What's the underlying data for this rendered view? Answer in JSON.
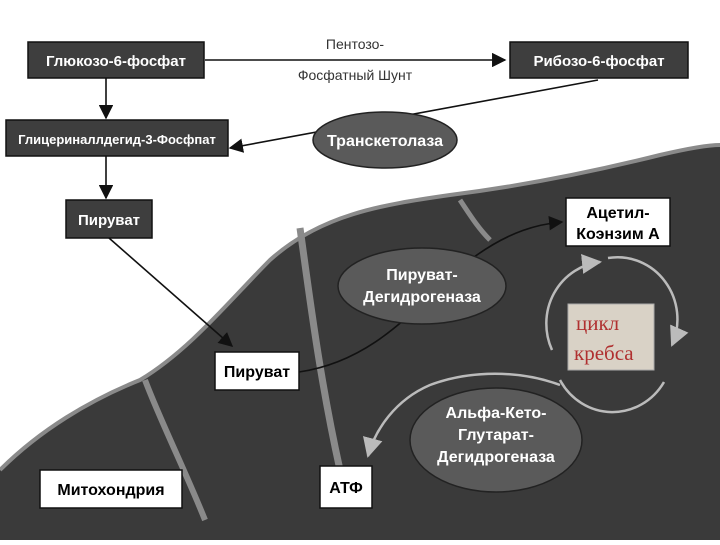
{
  "boxes": {
    "g6p": "Глюкозо-6-фосфат",
    "r6p": "Рибозо-6-фосфат",
    "g3p": "Глицериналлдегид-3-Фосфпат",
    "pyruvate_top": "Пируват",
    "pyruvate_mito": "Пируват",
    "acetyl_line1": "Ацетил-",
    "acetyl_line2": "Коэнзим А",
    "atp": "АТФ",
    "mitochondria": "Митохондрия"
  },
  "shunt": {
    "line1": "Пентозо-",
    "line2": "Фосфатный Шунт"
  },
  "enzymes": {
    "transketolase": "Транскетолаза",
    "pdh_line1": "Пируват-",
    "pdh_line2": "Дегидрогеназа",
    "akg_line1": "Альфа-Кето-",
    "akg_line2": "Глутарат-",
    "akg_line3": "Дегидрогеназа"
  },
  "krebs": {
    "line1": "цикл",
    "line2": "кребса"
  },
  "colors": {
    "mitochondria_fill": "#3a3a3a",
    "krebs_box": "#d9d2c6",
    "krebs_text": "#b03030",
    "dark_box": "#3e3e3e",
    "enzyme": "#5a5a5a"
  }
}
